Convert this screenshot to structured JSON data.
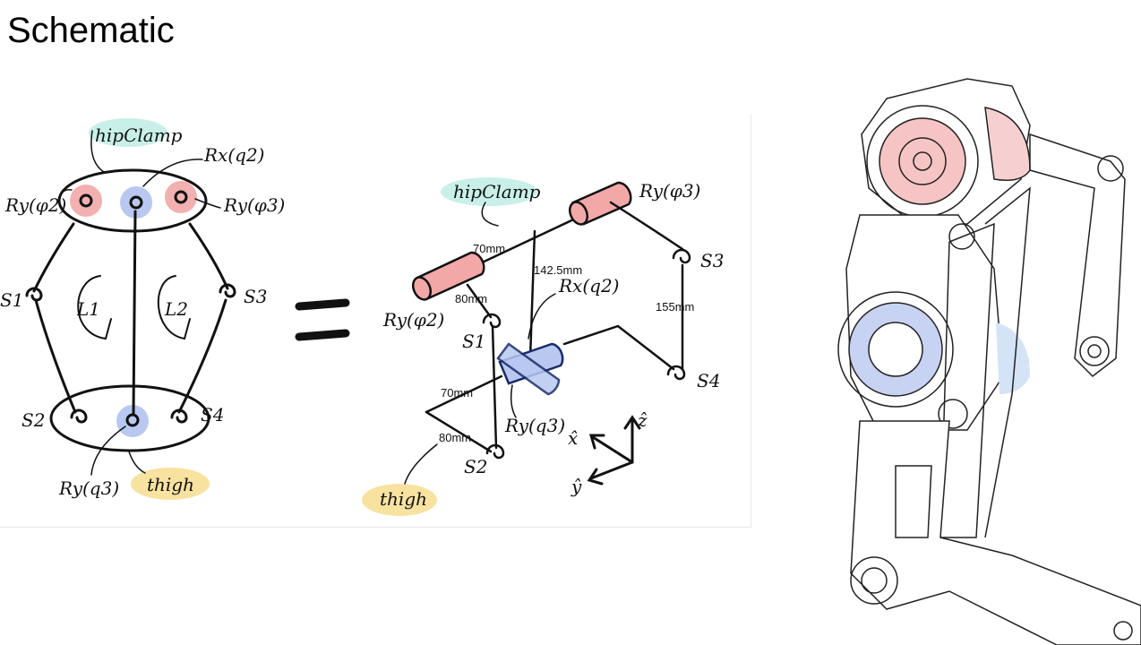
{
  "slide": {
    "title": "Schematic"
  },
  "colors": {
    "hip_hl": "#c8f0e8",
    "thigh_hl": "#f8e2a0",
    "red_hl": "#f3b0b0",
    "blue_hl": "#b8c8f0",
    "ink": "#111111"
  },
  "left_schematic": {
    "hip_label": "hipClamp",
    "thigh_label": "thigh",
    "rx_q2": "Rx(q2)",
    "ry_phi2": "Ry(φ2)",
    "ry_phi3": "Ry(φ3)",
    "ry_q3": "Ry(q3)",
    "s1": "S1",
    "s2": "S2",
    "s3": "S3",
    "s4": "S4",
    "l1": "L1",
    "l2": "L2"
  },
  "equals": "=",
  "right_schematic": {
    "hip_label": "hipClamp",
    "thigh_label": "thigh",
    "ry_phi3": "Ry(φ3)",
    "ry_phi2": "Ry(φ2)",
    "rx_q2": "Rx(q2)",
    "ry_q3": "Ry(q3)",
    "s1": "S1",
    "s2": "S2",
    "s3": "S3",
    "s4": "S4",
    "dim_70_top": "70mm",
    "dim_1425": "142.5mm",
    "dim_80_top": "80mm",
    "dim_155": "155mm",
    "dim_70_bot": "70mm",
    "dim_80_bot": "80mm",
    "axis_x": "x̂",
    "axis_z": "ẑ",
    "axis_y": "ŷ"
  },
  "cad": {
    "name": "leg-cad-render"
  }
}
